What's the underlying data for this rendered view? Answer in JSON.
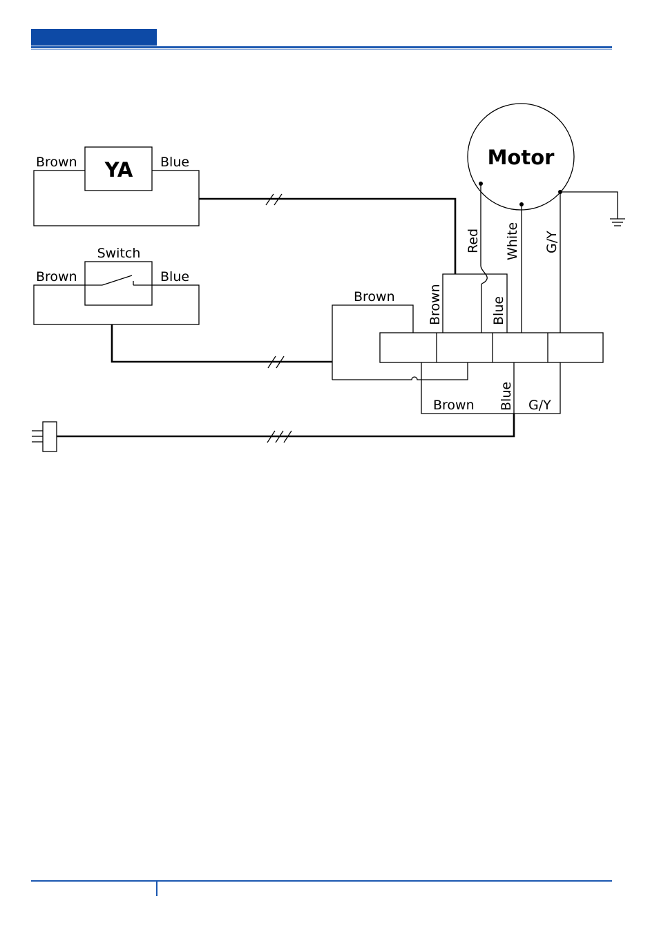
{
  "colors": {
    "header_bar": "#0d4aa6",
    "rule": "#1a57b0"
  },
  "diagram": {
    "motor_label": "Motor",
    "ya": {
      "label": "YA",
      "left_wire": "Brown",
      "right_wire": "Blue"
    },
    "switch": {
      "label": "Switch",
      "left_wire": "Brown",
      "right_wire": "Blue"
    },
    "harness_brown": "Brown",
    "terminal_block_wires": {
      "brown": "Brown",
      "blue": "Blue"
    },
    "motor_wires": {
      "red": "Red",
      "white": "White",
      "gy": "G/Y"
    },
    "supply_wires": {
      "brown": "Brown",
      "blue": "Blue",
      "gy": "G/Y"
    },
    "icons": [
      "ground-icon",
      "plug-icon"
    ]
  }
}
